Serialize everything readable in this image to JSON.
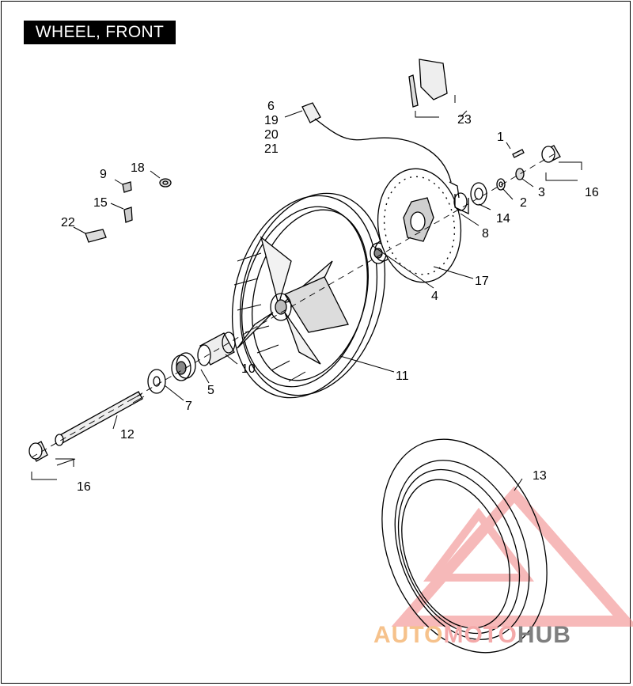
{
  "title": "WHEEL, FRONT",
  "callouts": [
    {
      "id": "c1",
      "text": "1"
    },
    {
      "id": "c2",
      "text": "2"
    },
    {
      "id": "c3",
      "text": "3"
    },
    {
      "id": "c4",
      "text": "4"
    },
    {
      "id": "c5",
      "text": "5"
    },
    {
      "id": "c6",
      "text": "6"
    },
    {
      "id": "c7",
      "text": "7"
    },
    {
      "id": "c8",
      "text": "8"
    },
    {
      "id": "c9",
      "text": "9"
    },
    {
      "id": "c10",
      "text": "10"
    },
    {
      "id": "c11",
      "text": "11"
    },
    {
      "id": "c12",
      "text": "12"
    },
    {
      "id": "c13",
      "text": "13"
    },
    {
      "id": "c14",
      "text": "14"
    },
    {
      "id": "c15",
      "text": "15"
    },
    {
      "id": "c16a",
      "text": "16"
    },
    {
      "id": "c16b",
      "text": "16"
    },
    {
      "id": "c17",
      "text": "17"
    },
    {
      "id": "c18",
      "text": "18"
    },
    {
      "id": "c19",
      "text": "19"
    },
    {
      "id": "c20",
      "text": "20"
    },
    {
      "id": "c21",
      "text": "21"
    },
    {
      "id": "c22",
      "text": "22"
    },
    {
      "id": "c23",
      "text": "23"
    }
  ],
  "watermark": {
    "part1": "AUTO",
    "part2": "MOTO",
    "part3": "HUB"
  },
  "colors": {
    "watermark_orange": "#f6c28c",
    "watermark_red": "#f08080",
    "watermark_gray": "#7f7f7f"
  }
}
